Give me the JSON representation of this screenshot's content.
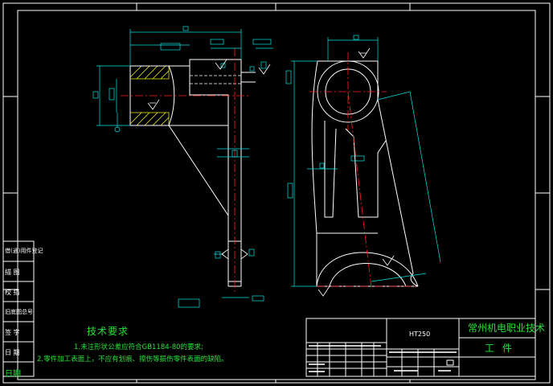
{
  "tech_requirements": {
    "title": "技术要求",
    "note1": "1.未注形状公差应符合GB1184-80的要求;",
    "note2": "2.零件加工表面上，不应有划痕、擦伤等损伤零件表面的缺陷。"
  },
  "title_block": {
    "school": "常州机电职业技术",
    "part_name": "工 件",
    "material": "HT250"
  },
  "left_column": {
    "items": [
      "借(通)用件登记",
      "描 图",
      "校 描",
      "旧底图总号",
      "签 字",
      "日 期",
      "日期"
    ]
  },
  "colors": {
    "frame": "#ffffff",
    "part_outline": "#ffffff",
    "dimension": "#00e5e5",
    "centerline": "#ff2020",
    "hatch": "#ffff00",
    "text": "#29e03a"
  }
}
